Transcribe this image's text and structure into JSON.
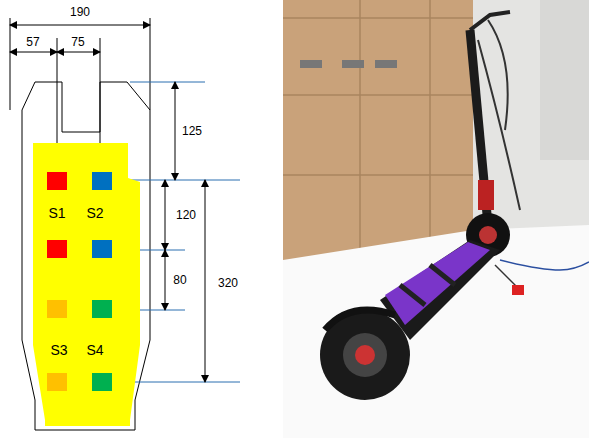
{
  "diagram": {
    "nodes": [
      {
        "text": [
          "S1",
          "S2",
          "S3",
          "S4"
        ]
      }
    ],
    "labels": [
      "190",
      "57",
      "75",
      "125",
      "120",
      "80",
      "320"
    ]
  }
}
